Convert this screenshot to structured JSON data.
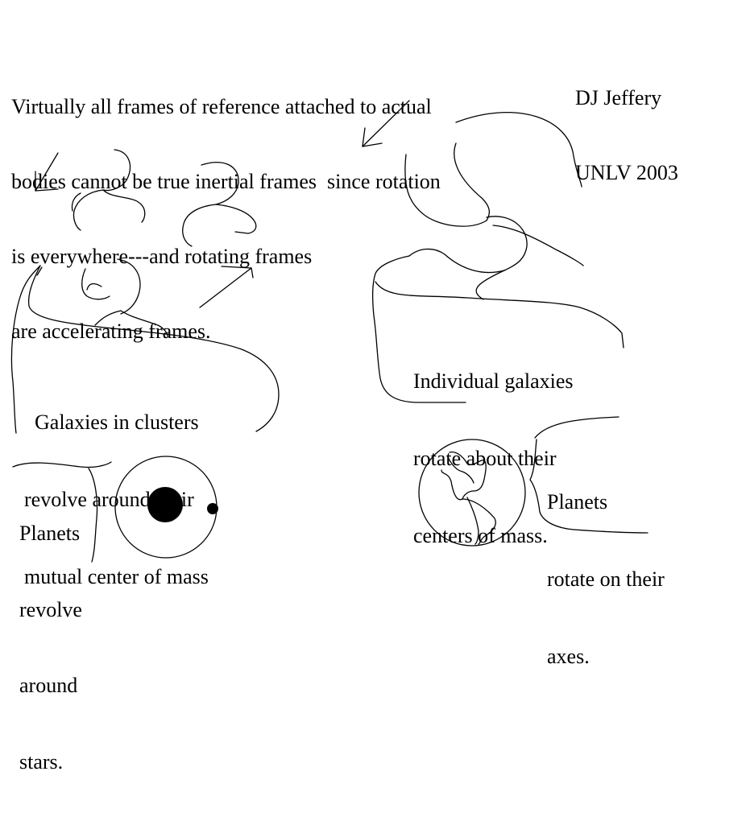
{
  "caption": {
    "lines": [
      "Virtually all frames of reference attached to actual",
      "bodies cannot be true inertial frames  since rotation",
      "is everywhere---and rotating frames",
      "are accelerating frames."
    ]
  },
  "author": {
    "name": "DJ Jeffery",
    "affiliation": "UNLV 2003"
  },
  "galaxy_clusters_label": {
    "lines": [
      "  Galaxies in clusters",
      "revolve around their",
      "mutual center of mass"
    ]
  },
  "individual_galaxies_label": {
    "lines": [
      "Individual galaxies",
      "rotate about their",
      "centers of mass."
    ]
  },
  "planets_revolve_label": {
    "lines": [
      "Planets",
      "revolve",
      "around",
      "stars."
    ]
  },
  "planets_rotate_label": {
    "lines": [
      "Planets",
      "rotate on their",
      "axes."
    ]
  },
  "colors": {
    "ink": "#000000",
    "background": "#ffffff"
  }
}
